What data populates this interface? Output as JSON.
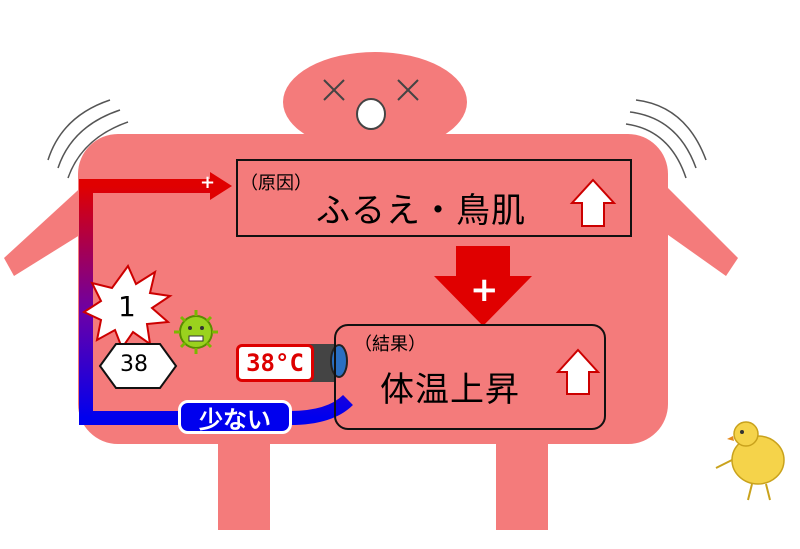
{
  "cause": {
    "tag": "（原因）",
    "text": "ふるえ・鳥肌"
  },
  "result": {
    "tag": "（結果）",
    "text": "体温上昇"
  },
  "plus_top": "+",
  "plus_down": "+",
  "loop_label": "少ない",
  "badge_star": "1",
  "badge_diamond": "38",
  "thermometer_reading": "38°C",
  "colors": {
    "body": "#f47b7b",
    "red": "#e00000",
    "blue": "#0000ee"
  }
}
